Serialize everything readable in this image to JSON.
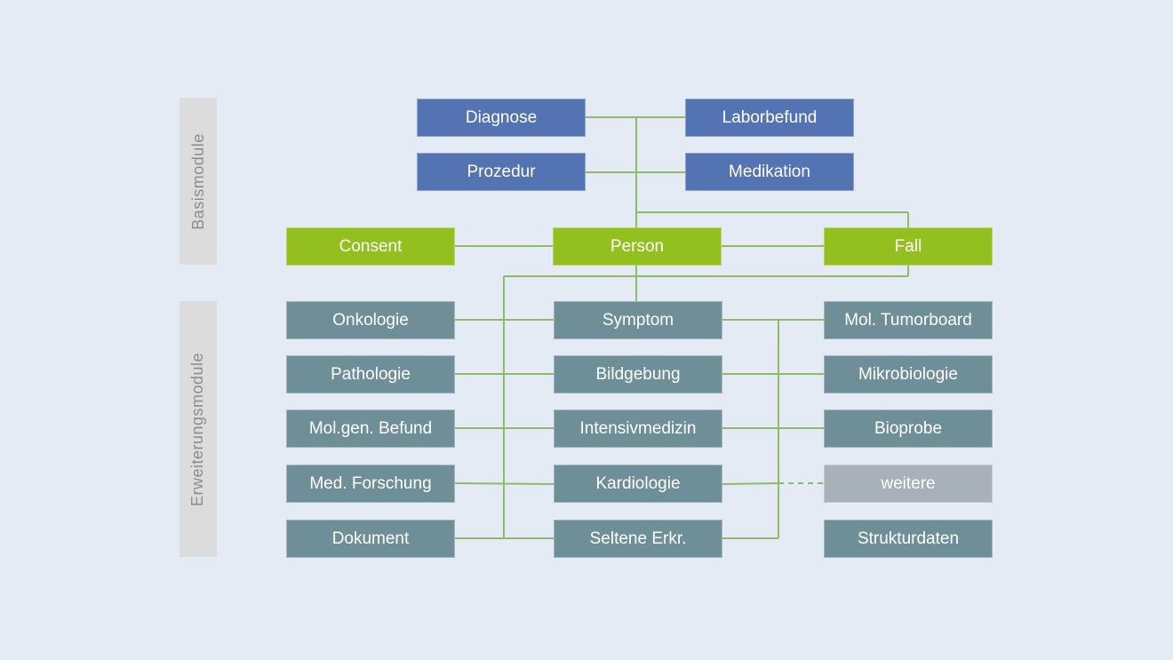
{
  "colors": {
    "background": "#e4ebf4",
    "basis_module": "#5473b3",
    "core_module": "#93c01f",
    "extension_module": "#6e8f98",
    "placeholder_module": "#a8b0ba",
    "connector": "#8dbb6a"
  },
  "sidebar": {
    "basis_label": "Basismodule",
    "extension_label": "Erweiterungsmodule"
  },
  "basis": {
    "diagnose": "Diagnose",
    "laborbefund": "Laborbefund",
    "prozedur": "Prozedur",
    "medikation": "Medikation"
  },
  "core": {
    "consent": "Consent",
    "person": "Person",
    "fall": "Fall"
  },
  "extensions": {
    "left": [
      "Onkologie",
      "Pathologie",
      "Mol.gen. Befund",
      "Med. Forschung",
      "Dokument"
    ],
    "middle": [
      "Symptom",
      "Bildgebung",
      "Intensivmedizin",
      "Kardiologie",
      "Seltene Erkr."
    ],
    "right": [
      "Mol. Tumorboard",
      "Mikrobiologie",
      "Bioprobe",
      "weitere",
      "Strukturdaten"
    ]
  }
}
